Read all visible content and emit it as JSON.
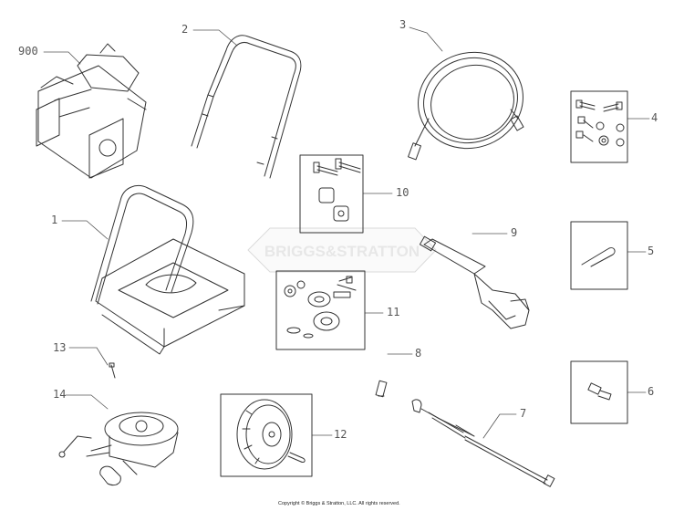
{
  "parts": [
    {
      "number": "900",
      "name": "engine"
    },
    {
      "number": "2",
      "name": "handle"
    },
    {
      "number": "3",
      "name": "high-pressure hose"
    },
    {
      "number": "4",
      "name": "bolts and nuts kit"
    },
    {
      "number": "10",
      "name": "handle bolts and knobs kit"
    },
    {
      "number": "1",
      "name": "frame"
    },
    {
      "number": "9",
      "name": "spray gun"
    },
    {
      "number": "5",
      "name": "hairpin clip"
    },
    {
      "number": "11",
      "name": "wheel hardware kit"
    },
    {
      "number": "13",
      "name": "pin"
    },
    {
      "number": "8",
      "name": "nozzle"
    },
    {
      "number": "14",
      "name": "pump"
    },
    {
      "number": "6",
      "name": "fitting"
    },
    {
      "number": "12",
      "name": "wheel"
    },
    {
      "number": "7",
      "name": "spray wand"
    }
  ],
  "watermark": "BRIGGS&STRATTON",
  "copyright": "Copyright © Briggs & Stratton, LLC. All rights reserved."
}
